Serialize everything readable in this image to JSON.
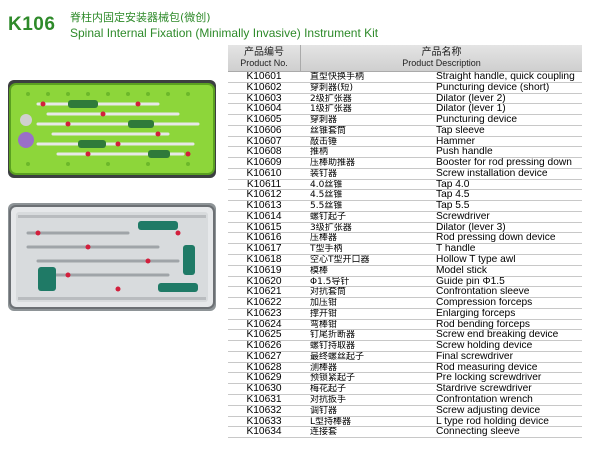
{
  "header": {
    "code": "K106",
    "title_cn": "脊柱内固定安装器械包(微创)",
    "title_en": "Spinal Internal Fixation (Minimally Invasive) Instrument Kit"
  },
  "table": {
    "col_no_cn": "产品编号",
    "col_no_en": "Product No.",
    "col_desc_cn": "产品名称",
    "col_desc_en": "Product Description",
    "rows": [
      {
        "no": "K10601",
        "cn": "直型快换手柄",
        "en": "Straight handle, quick coupling"
      },
      {
        "no": "K10602",
        "cn": "穿刺器(短)",
        "en": "Puncturing device (short)"
      },
      {
        "no": "K10603",
        "cn": "2级扩张器",
        "en": "Dilator (lever 2)"
      },
      {
        "no": "K10604",
        "cn": "1级扩张器",
        "en": "Dilator (lever 1)"
      },
      {
        "no": "K10605",
        "cn": "穿刺器",
        "en": "Puncturing device"
      },
      {
        "no": "K10606",
        "cn": "丝锥套筒",
        "en": "Tap sleeve"
      },
      {
        "no": "K10607",
        "cn": "敲击锤",
        "en": "Hammer"
      },
      {
        "no": "K10608",
        "cn": "推柄",
        "en": "Push handle"
      },
      {
        "no": "K10609",
        "cn": "压棒助推器",
        "en": "Booster for rod pressing down"
      },
      {
        "no": "K10610",
        "cn": "装钉器",
        "en": "Screw installation device"
      },
      {
        "no": "K10611",
        "cn": "4.0丝锥",
        "en": "Tap 4.0"
      },
      {
        "no": "K10612",
        "cn": "4.5丝锥",
        "en": "Tap 4.5"
      },
      {
        "no": "K10613",
        "cn": "5.5丝锥",
        "en": "Tap 5.5"
      },
      {
        "no": "K10614",
        "cn": "螺钉起子",
        "en": "Screwdriver"
      },
      {
        "no": "K10615",
        "cn": "3级扩张器",
        "en": "Dilator (lever 3)"
      },
      {
        "no": "K10616",
        "cn": "压棒器",
        "en": "Rod pressing down device"
      },
      {
        "no": "K10617",
        "cn": "T型手柄",
        "en": "T handle"
      },
      {
        "no": "K10618",
        "cn": "空心T型开口器",
        "en": "Hollow T type awl"
      },
      {
        "no": "K10619",
        "cn": "模棒",
        "en": "Model stick"
      },
      {
        "no": "K10620",
        "cn": "Φ1.5导针",
        "en": "Guide pin Φ1.5"
      },
      {
        "no": "K10621",
        "cn": "对抗套筒",
        "en": "Confrontation sleeve"
      },
      {
        "no": "K10622",
        "cn": "加压钳",
        "en": "Compression forceps"
      },
      {
        "no": "K10623",
        "cn": "撑开钳",
        "en": "Enlarging forceps"
      },
      {
        "no": "K10624",
        "cn": "弯棒钳",
        "en": "Rod bending forceps"
      },
      {
        "no": "K10625",
        "cn": "钉尾折断器",
        "en": "Screw end breaking device"
      },
      {
        "no": "K10626",
        "cn": "螺钉持取器",
        "en": "Screw holding device"
      },
      {
        "no": "K10627",
        "cn": "最终螺丝起子",
        "en": "Final screwdriver"
      },
      {
        "no": "K10628",
        "cn": "测棒器",
        "en": "Rod measuring device"
      },
      {
        "no": "K10629",
        "cn": "预锁紧起子",
        "en": "Pre locking screwdriver"
      },
      {
        "no": "K10630",
        "cn": "梅花起子",
        "en": "Stardrive screwdriver"
      },
      {
        "no": "K10631",
        "cn": "对抗扳手",
        "en": "Confrontation wrench"
      },
      {
        "no": "K10632",
        "cn": "调钉器",
        "en": "Screw adjusting device"
      },
      {
        "no": "K10633",
        "cn": "L型持棒器",
        "en": "L type rod holding device"
      },
      {
        "no": "K10634",
        "cn": "连接套",
        "en": "Connecting sleeve"
      }
    ]
  },
  "colors": {
    "title_green": "#2e8a2a",
    "tray_green": "#8dd63a",
    "tray_dark": "#3c3f40"
  }
}
